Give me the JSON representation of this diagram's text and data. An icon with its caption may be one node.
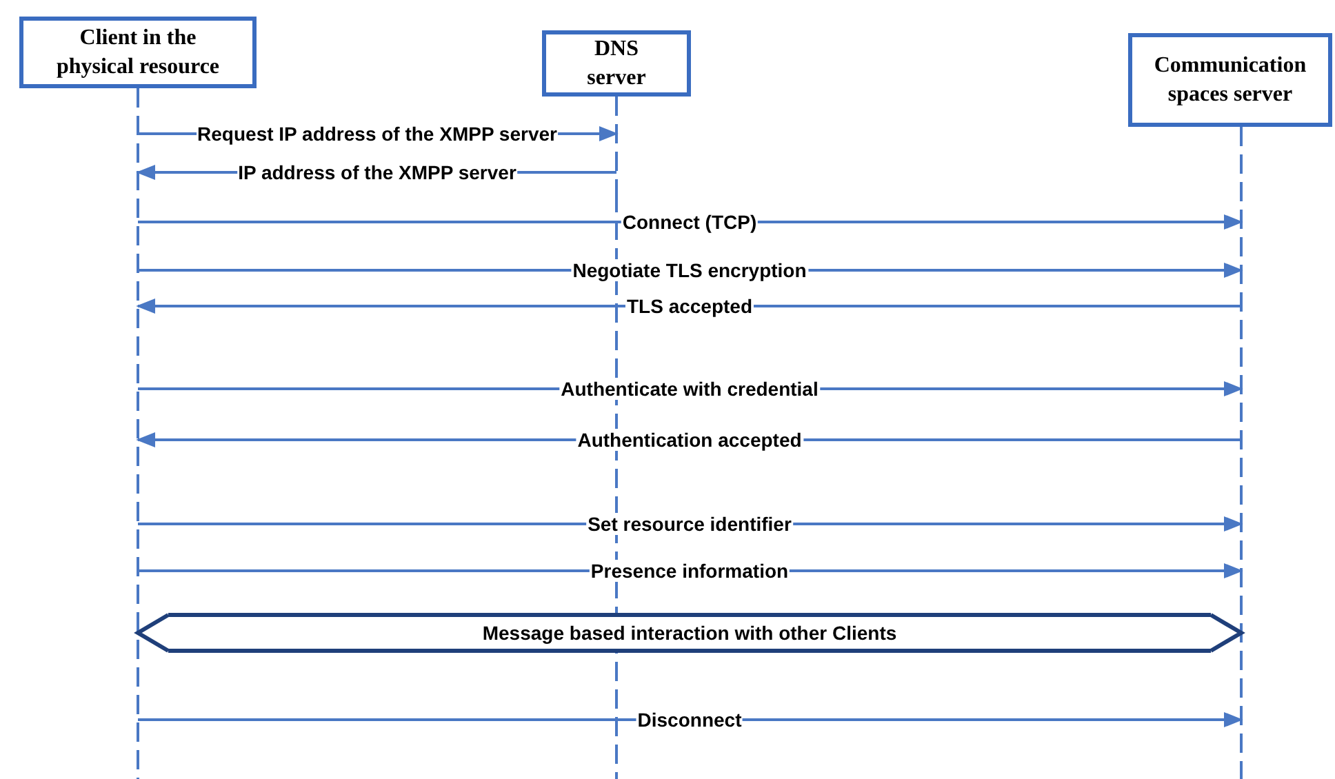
{
  "diagram": {
    "nodes": [
      {
        "text": [
          "Client in the physical resource"
        ]
      },
      {
        "text": [
          "DNS server"
        ]
      },
      {
        "text": [
          "Communication spaces server"
        ]
      }
    ],
    "edges": [
      {
        "from": 0,
        "to": 1,
        "arrow": "to",
        "label": "Request IP address of the XMPP server"
      },
      {
        "from": 1,
        "to": 0,
        "arrow": "to",
        "label": "IP address of the XMPP server"
      },
      {
        "from": 0,
        "to": 2,
        "arrow": "to",
        "label": "Connect (TCP)"
      },
      {
        "from": 0,
        "to": 2,
        "arrow": "to",
        "label": "Negotiate TLS encryption"
      },
      {
        "from": 2,
        "to": 0,
        "arrow": "to",
        "label": "TLS accepted"
      },
      {
        "from": 0,
        "to": 2,
        "arrow": "to",
        "label": "Authenticate with credential"
      },
      {
        "from": 2,
        "to": 0,
        "arrow": "to",
        "label": "Authentication accepted"
      },
      {
        "from": 0,
        "to": 2,
        "arrow": "to",
        "label": "Set resource identifier"
      },
      {
        "from": 0,
        "to": 2,
        "arrow": "to",
        "label": "Presence information"
      },
      {
        "from": 0,
        "to": 2,
        "arrow": "both",
        "label": "Message based interaction with other Clients",
        "style": "thick",
        "color": "#1f3f7a"
      },
      {
        "from": 0,
        "to": 2,
        "arrow": "to",
        "label": "Disconnect"
      }
    ]
  }
}
